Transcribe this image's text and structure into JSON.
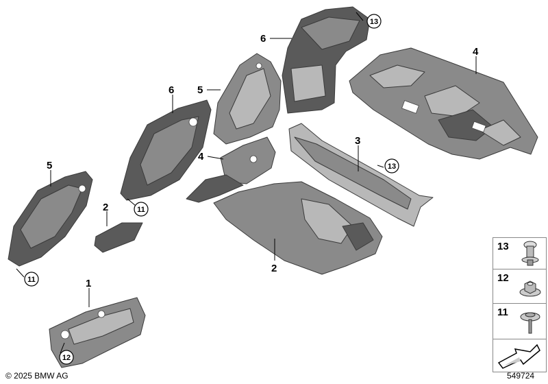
{
  "copyright": "© 2025 BMW AG",
  "image_number": "549724",
  "callouts": {
    "c1": "1",
    "c2a": "2",
    "c2b": "2",
    "c3": "3",
    "c4a": "4",
    "c4b": "4",
    "c5a": "5",
    "c5b": "5",
    "c6a": "6",
    "c6b": "6",
    "c11a": "11",
    "c11b": "11",
    "c12": "12",
    "c13a": "13",
    "c13b": "13"
  },
  "legend": {
    "row1": "13",
    "row2": "12",
    "row3": "11"
  }
}
